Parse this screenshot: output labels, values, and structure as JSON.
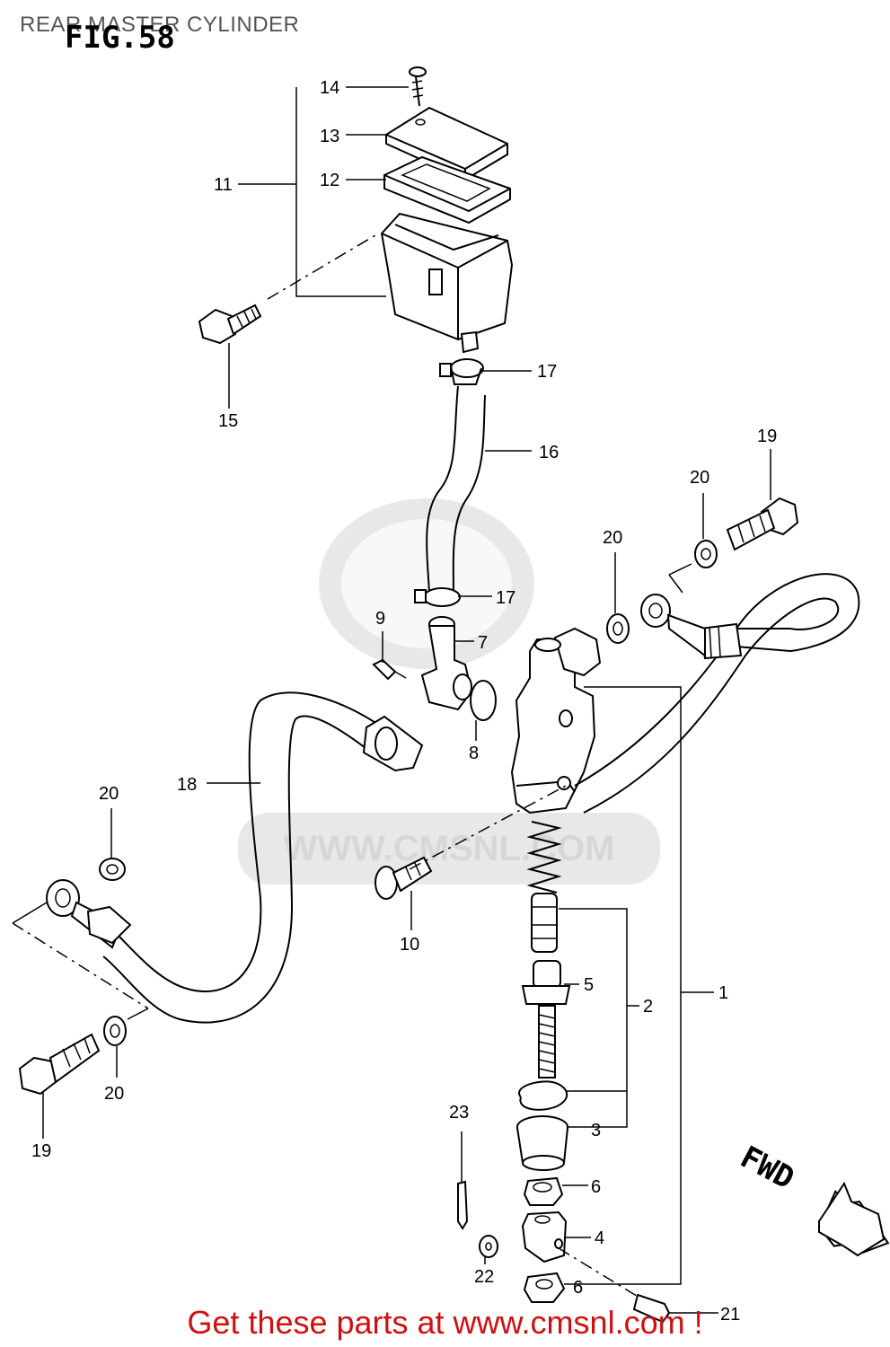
{
  "title": "REAR MASTER CYLINDER",
  "figure": "FIG.58",
  "watermark": "WWW.CMSNL.COM",
  "footer": "Get these parts at www.cmsnl.com !",
  "fwd_label": "FWD",
  "callouts": {
    "c1": "1",
    "c2": "2",
    "c3": "3",
    "c4": "4",
    "c5": "5",
    "c6a": "6",
    "c6b": "6",
    "c7": "7",
    "c8": "8",
    "c9": "9",
    "c10": "10",
    "c11": "11",
    "c12": "12",
    "c13": "13",
    "c14": "14",
    "c15": "15",
    "c16": "16",
    "c17a": "17",
    "c17b": "17",
    "c18": "18",
    "c19a": "19",
    "c19b": "19",
    "c20a": "20",
    "c20b": "20",
    "c20c": "20",
    "c20d": "20",
    "c21": "21",
    "c22": "22",
    "c23": "23"
  }
}
